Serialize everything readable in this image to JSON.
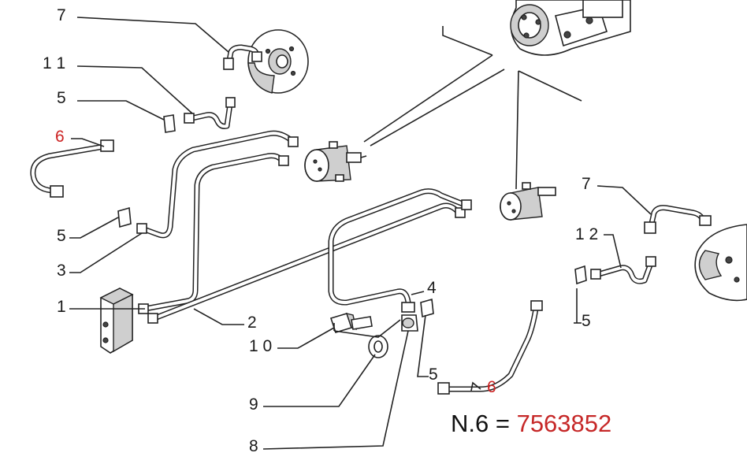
{
  "callouts": [
    {
      "id": "c7a",
      "text": "7"
    },
    {
      "id": "c11",
      "text": "1 1"
    },
    {
      "id": "c5a",
      "text": "5"
    },
    {
      "id": "c6a",
      "text": "6",
      "color": "#cc2222"
    },
    {
      "id": "c5b",
      "text": "5"
    },
    {
      "id": "c3",
      "text": "3"
    },
    {
      "id": "c1",
      "text": "1"
    },
    {
      "id": "c2",
      "text": "2"
    },
    {
      "id": "c4",
      "text": "4"
    },
    {
      "id": "c10",
      "text": "1 0"
    },
    {
      "id": "c9",
      "text": "9"
    },
    {
      "id": "c8",
      "text": "8"
    },
    {
      "id": "c5c",
      "text": "5"
    },
    {
      "id": "c6b",
      "text": "6",
      "color": "#cc2222"
    },
    {
      "id": "c7b",
      "text": "7"
    },
    {
      "id": "c12",
      "text": "1 2"
    },
    {
      "id": "c5d",
      "text": "5"
    }
  ],
  "caption": {
    "prefix": "N.6 = ",
    "part_number": "7563852"
  },
  "colors": {
    "line": "#222222",
    "highlight": "#cc2222",
    "caption_number": "#c62828"
  }
}
